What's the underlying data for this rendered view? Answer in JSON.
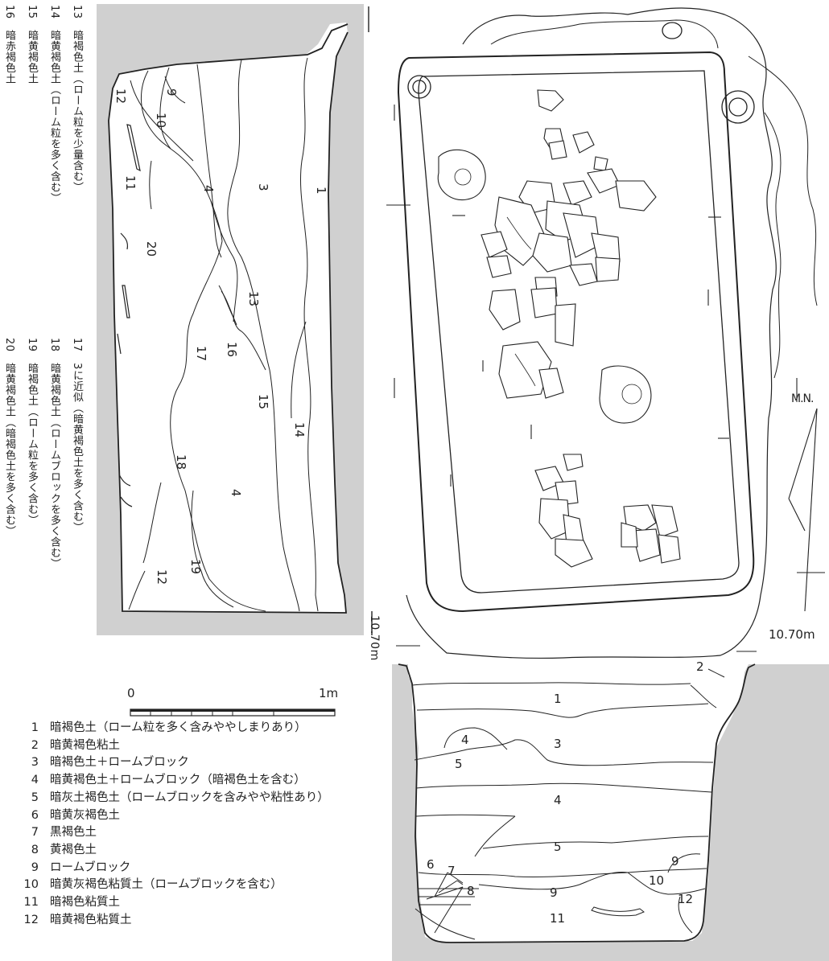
{
  "legend_vertical_left": [
    {
      "num": "13",
      "text": "暗褐色土（ローム粒を少量含む）"
    },
    {
      "num": "14",
      "text": "暗黄褐色土（ローム粒を多く含む）"
    },
    {
      "num": "15",
      "text": "暗黄褐色土"
    },
    {
      "num": "16",
      "text": "暗赤褐色土"
    }
  ],
  "legend_vertical_right": [
    {
      "num": "17",
      "text": "3に近似（暗黄褐色土を多く含む）"
    },
    {
      "num": "18",
      "text": "暗黄褐色土（ロームブロックを多く含む）"
    },
    {
      "num": "19",
      "text": "暗褐色土（ローム粒を多く含む）"
    },
    {
      "num": "20",
      "text": "暗黄褐色土（暗褐色土を多く含む）"
    }
  ],
  "legend_horizontal": [
    {
      "num": "1",
      "text": "暗褐色土（ローム粒を多く含みややしまりあり）"
    },
    {
      "num": "2",
      "text": "暗黄褐色粘土"
    },
    {
      "num": "3",
      "text": "暗褐色土＋ロームブロック"
    },
    {
      "num": "4",
      "text": "暗黄褐色土＋ロームブロック（暗褐色土を含む）"
    },
    {
      "num": "5",
      "text": "暗灰土褐色土（ロームブロックを含みやや粘性あり）"
    },
    {
      "num": "6",
      "text": "暗黄灰褐色土"
    },
    {
      "num": "7",
      "text": "黒褐色土"
    },
    {
      "num": "8",
      "text": "黄褐色土"
    },
    {
      "num": "9",
      "text": "ロームブロック"
    },
    {
      "num": "10",
      "text": "暗黄灰褐色粘質土（ロームブロックを含む）"
    },
    {
      "num": "11",
      "text": "暗褐色粘質土"
    },
    {
      "num": "12",
      "text": "暗黄褐色粘質土"
    }
  ],
  "scale": {
    "start": "0",
    "end": "1m"
  },
  "elevation_left": "10.70m",
  "elevation_right": "10.70m",
  "north_label": "M.N.",
  "section_left_labels": {
    "l1": "1",
    "l3": "3",
    "l4a": "4",
    "l4b": "4",
    "l9": "9",
    "l10": "10",
    "l11": "11",
    "l12a": "12",
    "l12b": "12",
    "l13": "13",
    "l14": "14",
    "l15": "15",
    "l16": "16",
    "l17": "17",
    "l18": "18",
    "l19": "19",
    "l20": "20"
  },
  "section_bottom_labels": {
    "l1": "1",
    "l2": "2",
    "l3": "3",
    "l4a": "4",
    "l4b": "4",
    "l5a": "5",
    "l5b": "5",
    "l6": "6",
    "l7": "7",
    "l8": "8",
    "l9a": "9",
    "l9b": "9",
    "l10": "10",
    "l11": "11",
    "l12": "12"
  },
  "colors": {
    "ground": "#d0d0d0",
    "line": "#222222",
    "background": "#ffffff"
  }
}
